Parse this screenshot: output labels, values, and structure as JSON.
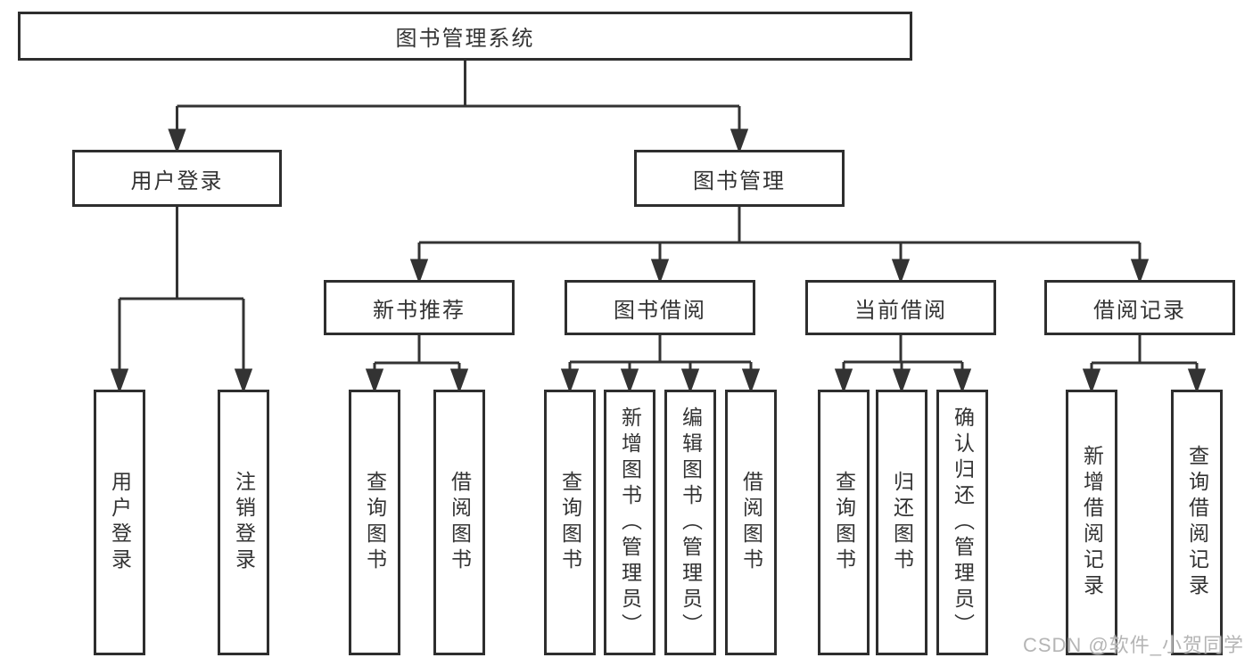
{
  "diagram": {
    "root": "图书管理系统",
    "level2": {
      "user_login": "用户登录",
      "book_mgmt": "图书管理"
    },
    "level3": {
      "new_books": "新书推荐",
      "book_borrow": "图书借阅",
      "current_borrow": "当前借阅",
      "borrow_records": "借阅记录"
    },
    "leaves": {
      "user_login": [
        "用户登录",
        "注销登录"
      ],
      "new_books": [
        "查询图书",
        "借阅图书"
      ],
      "book_borrow": [
        "查询图书",
        "新增图书（管理员）",
        "编辑图书（管理员）",
        "借阅图书"
      ],
      "current_borrow": [
        "查询图书",
        "归还图书",
        "确认归还（管理员）"
      ],
      "borrow_records": [
        "新增借阅记录",
        "查询借阅记录"
      ]
    }
  },
  "watermark": "CSDN @软件_小贺同学",
  "colors": {
    "line": "#333333",
    "border": "#2e2e2e",
    "text": "#333333",
    "background": "#ffffff",
    "watermark": "#b5b5b5"
  }
}
